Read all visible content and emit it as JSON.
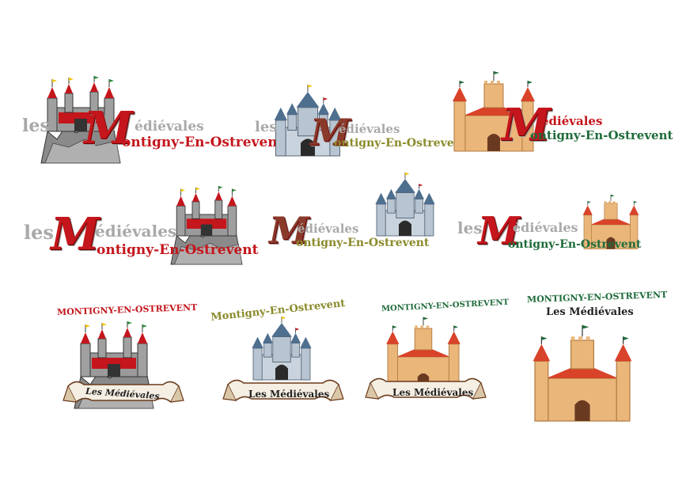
{
  "les": "les",
  "medievales": "édiévales",
  "big_m": "M",
  "town_suffix": "ontigny-En-Ostrevent",
  "arc_title_1": "MONTIGNY-EN-OSTREVENT",
  "arc_title_2": "Montigny-En-Ostrevent",
  "arc_title_3": "MONTIGNY-EN-OSTREVENT",
  "arc_title_4": "MONTIGNY-EN-OSTREVENT",
  "scroll_text": "Les Médiévales",
  "plain_subtitle": "Les Médiévales",
  "colors": {
    "red": "#c4161c",
    "olive": "#8a8a2a",
    "green": "#1e6b3a",
    "grey_text": "#a9a9a9",
    "stone_grey": "#7d7d7d",
    "blue_castle": "#a9b8c8",
    "sand_castle": "#e9b77a",
    "roof_red": "#d8432a"
  }
}
